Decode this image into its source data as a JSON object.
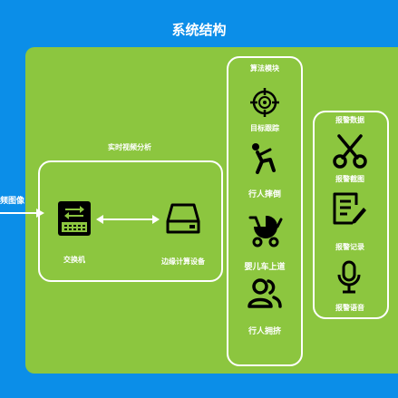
{
  "title": "系统结构",
  "input_label": "频图像",
  "video_panel": {
    "title": "实时视频分析",
    "switch_label": "交换机",
    "edge_label": "边缘计算设备"
  },
  "algorithm_panel": {
    "title": "算法模块",
    "items": [
      {
        "label": "目标跟踪",
        "icon": "crosshair-icon"
      },
      {
        "label": "行人摔倒",
        "icon": "falling-person-icon"
      },
      {
        "label": "婴儿车上道",
        "icon": "stroller-icon"
      },
      {
        "label": "行人拥挤",
        "icon": "crowd-icon"
      }
    ]
  },
  "alarm_panel": {
    "title": "报警数据",
    "items": [
      {
        "label": "报警截图",
        "icon": "scissors-icon"
      },
      {
        "label": "报警记录",
        "icon": "document-edit-icon"
      },
      {
        "label": "报警语音",
        "icon": "microphone-icon"
      }
    ]
  },
  "colors": {
    "background": "#0b8ee8",
    "panel": "#8cc63f",
    "foreground": "#000000",
    "line": "#ffffff"
  }
}
